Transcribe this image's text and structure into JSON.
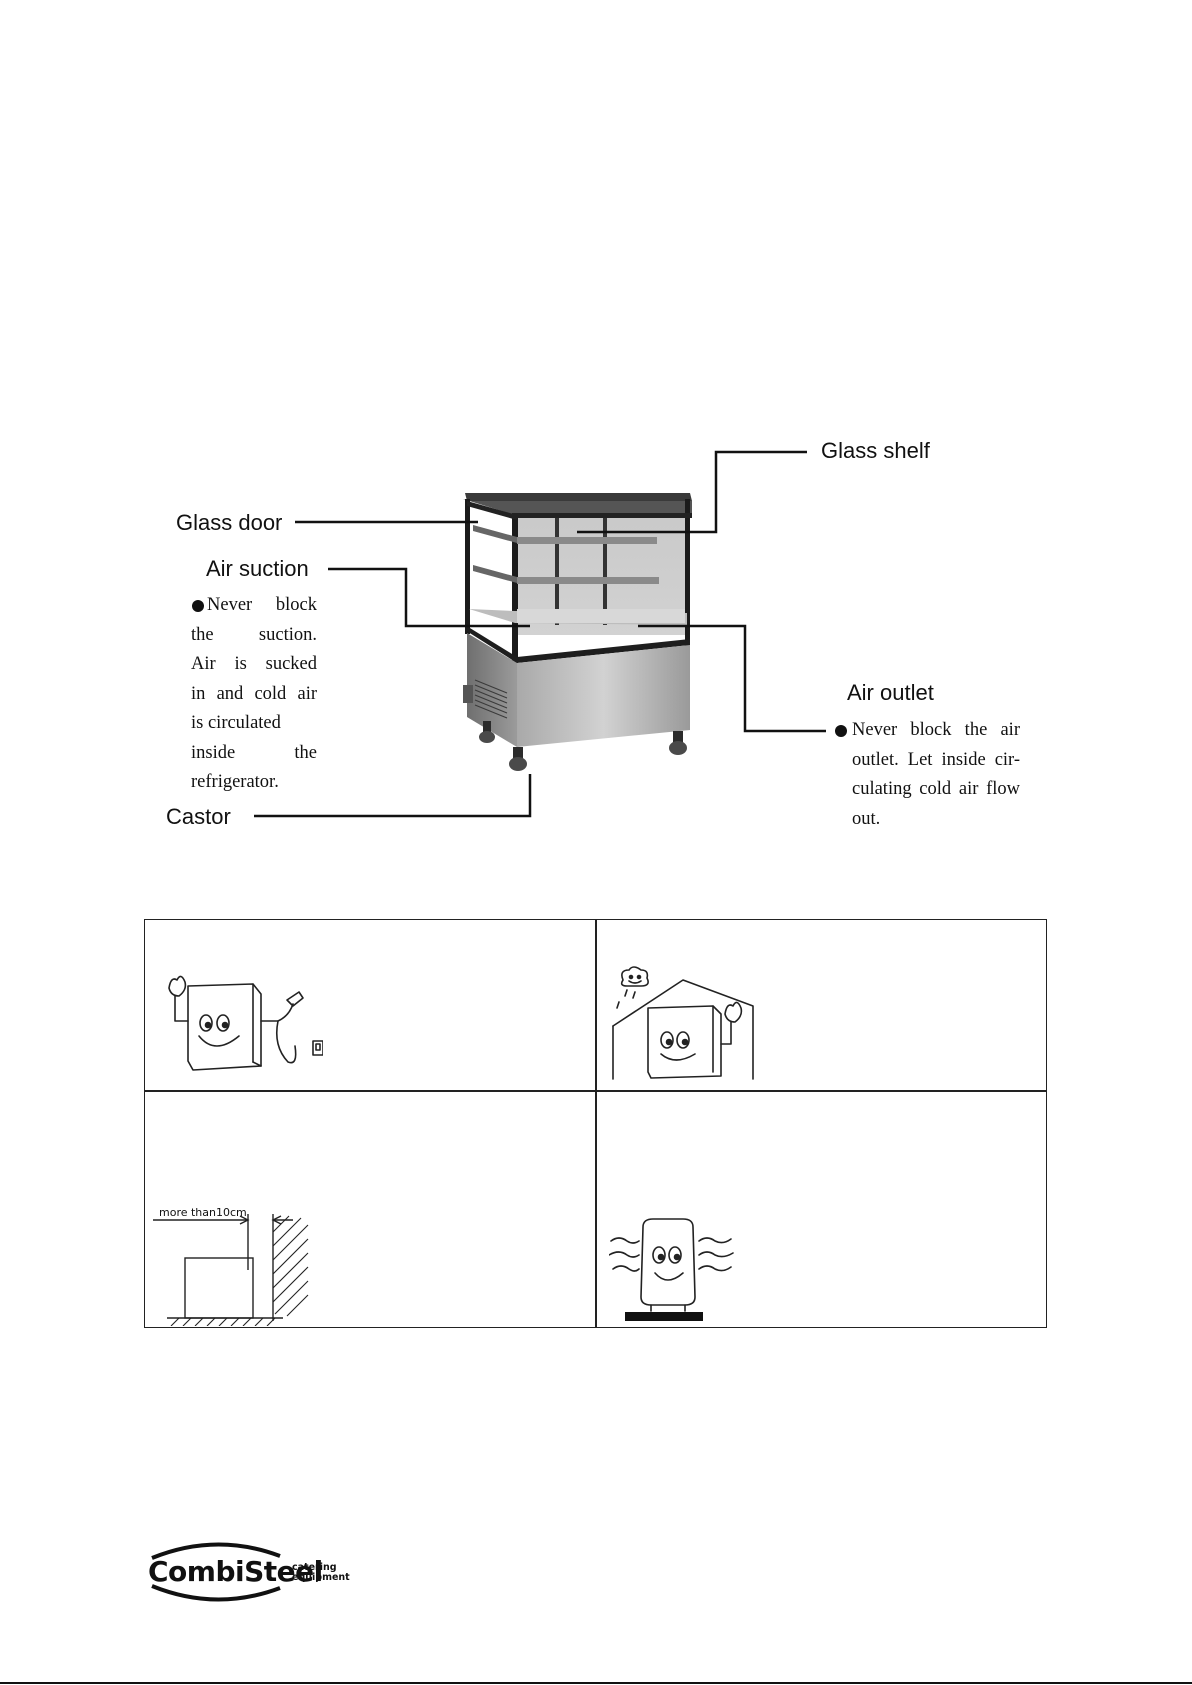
{
  "diagram": {
    "labels": {
      "glass_shelf": "Glass shelf",
      "glass_door": "Glass door",
      "air_suction": "Air suction",
      "air_outlet": "Air outlet",
      "castor": "Castor"
    },
    "suction_note": [
      "Never block",
      "the suction.",
      "Air is sucked",
      "in and cold air",
      "is circulated",
      "inside the",
      "refrigerator."
    ],
    "outlet_note": [
      "Never block the air",
      "outlet. Let inside cir-",
      "culating cold air flow",
      "out."
    ]
  },
  "table": {
    "cells": [
      {
        "illustration": "plug-in-socket-illustration",
        "label": ""
      },
      {
        "illustration": "sheltered-indoors-illustration",
        "label": ""
      },
      {
        "illustration": "wall-clearance-illustration",
        "label": "more than10cm"
      },
      {
        "illustration": "ventilation-level-floor-illustration",
        "label": ""
      }
    ]
  },
  "logo": {
    "wordmark": "CombiSteel",
    "tagline_line1": "catering",
    "tagline_line2": "equipment"
  },
  "colors": {
    "ink": "#111111",
    "steel": "#8d8d8d",
    "paper": "#ffffff"
  }
}
